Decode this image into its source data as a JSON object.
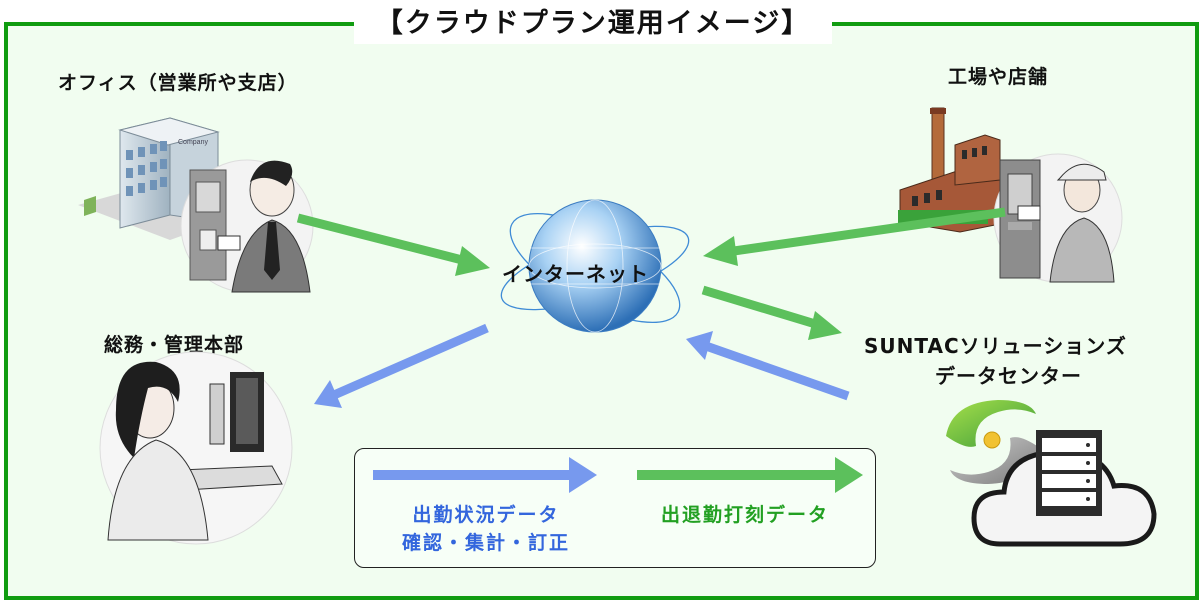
{
  "title": "【クラウドプラン運用イメージ】",
  "nodes": {
    "office": "オフィス（営業所や支店）",
    "factory": "工場や店舗",
    "hq": "総務・管理本部",
    "internet": "インターネット",
    "datacenter_line1": "SUNTACソリューションズ",
    "datacenter_line2": "データセンター"
  },
  "office_sign": "Company",
  "legend": {
    "blue_line1": "出勤状況データ",
    "blue_line2": "確認・集計・訂正",
    "green": "出退勤打刻データ"
  },
  "colors": {
    "frame_green": "#109c10",
    "green_arrow": "#5cc05c",
    "blue_arrow": "#7799ee",
    "blue_text": "#3366dd",
    "green_text": "#22a022"
  }
}
